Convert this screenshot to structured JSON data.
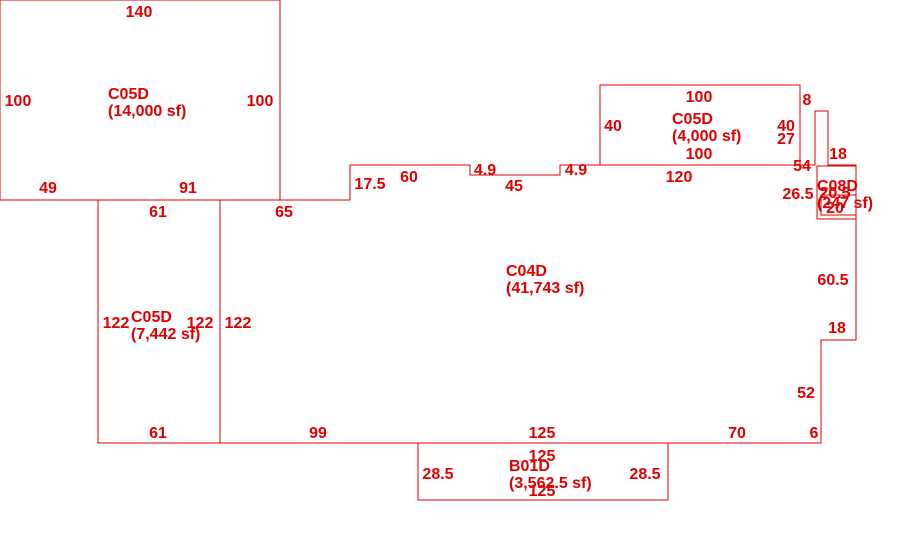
{
  "colors": {
    "line": "#e00000",
    "text": "#e00000",
    "background": "#ffffff"
  },
  "areas": [
    {
      "id": "c05d-a",
      "code": "C05D",
      "area": "(14,000 sf)"
    },
    {
      "id": "c05d-b",
      "code": "C05D",
      "area": "(4,000 sf)"
    },
    {
      "id": "c05d-c",
      "code": "C05D",
      "area": "(7,442 sf)"
    },
    {
      "id": "c04d",
      "code": "C04D",
      "area": "(41,743 sf)"
    },
    {
      "id": "c08d",
      "code": "C08D",
      "area": "(247 sf)"
    },
    {
      "id": "b01d",
      "code": "B01D",
      "area": "(3,562.5 sf)"
    }
  ],
  "dimensions": [
    "140",
    "100",
    "100",
    "49",
    "91",
    "100",
    "40",
    "40",
    "100",
    "27",
    "8",
    "54",
    "17.5",
    "60",
    "4.9",
    "45",
    "4.9",
    "120",
    "65",
    "61",
    "122",
    "122",
    "122",
    "61",
    "18",
    "26.5",
    "20.5",
    "20",
    "60.5",
    "18",
    "52",
    "6",
    "99",
    "125",
    "70",
    "125",
    "28.5",
    "28.5",
    "125"
  ]
}
